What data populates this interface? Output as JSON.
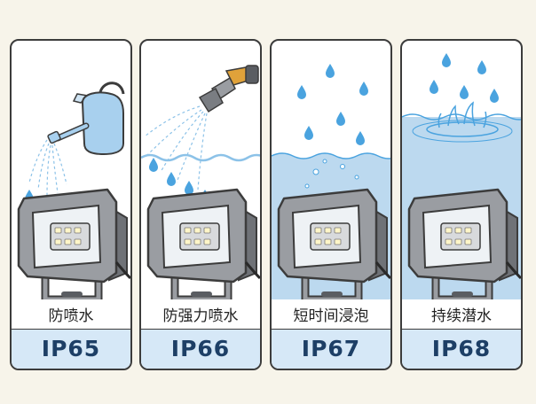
{
  "cards": [
    {
      "label": "防喷水",
      "rating": "IP65"
    },
    {
      "label": "防强力喷水",
      "rating": "IP66"
    },
    {
      "label": "短时间浸泡",
      "rating": "IP67"
    },
    {
      "label": "持续潜水",
      "rating": "IP68"
    }
  ],
  "colors": {
    "water": "#bcd9ef",
    "drop": "#4aa3df",
    "band": "#d6e8f7",
    "rating_text": "#1d3f66",
    "fixture": "#8a8d92"
  }
}
